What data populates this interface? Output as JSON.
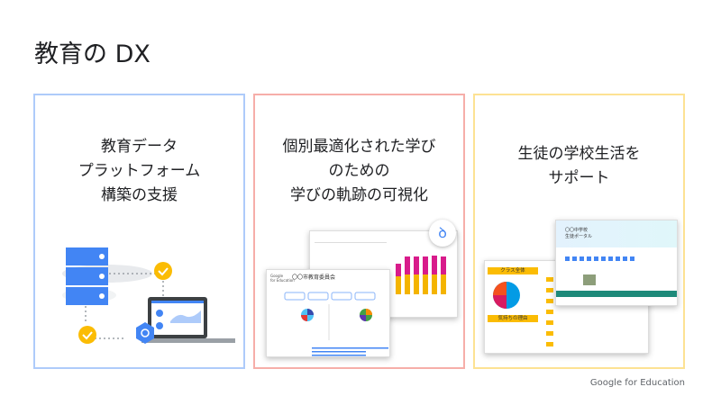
{
  "slide": {
    "title": "教育の DX"
  },
  "cards": [
    {
      "title": "教育データ\nプラットフォーム\n構築の支援",
      "accent": "#aecbfa"
    },
    {
      "title": "個別最適化された学び\nのための\n学びの軌跡の可視化",
      "accent": "#f6aea9",
      "dashboard": {
        "header": "〇〇市教育委員会",
        "brand": "Google\nfor Education"
      }
    },
    {
      "title": "生徒の学校生活を\nサポート",
      "accent": "#fde293",
      "app": {
        "panel1": "クラス全体",
        "panel2": "気持ちの理由",
        "portal": "〇〇中学校\n生徒ポータル"
      }
    }
  ],
  "footer": {
    "brand_google": "Google",
    "brand_suffix": "for Education"
  }
}
